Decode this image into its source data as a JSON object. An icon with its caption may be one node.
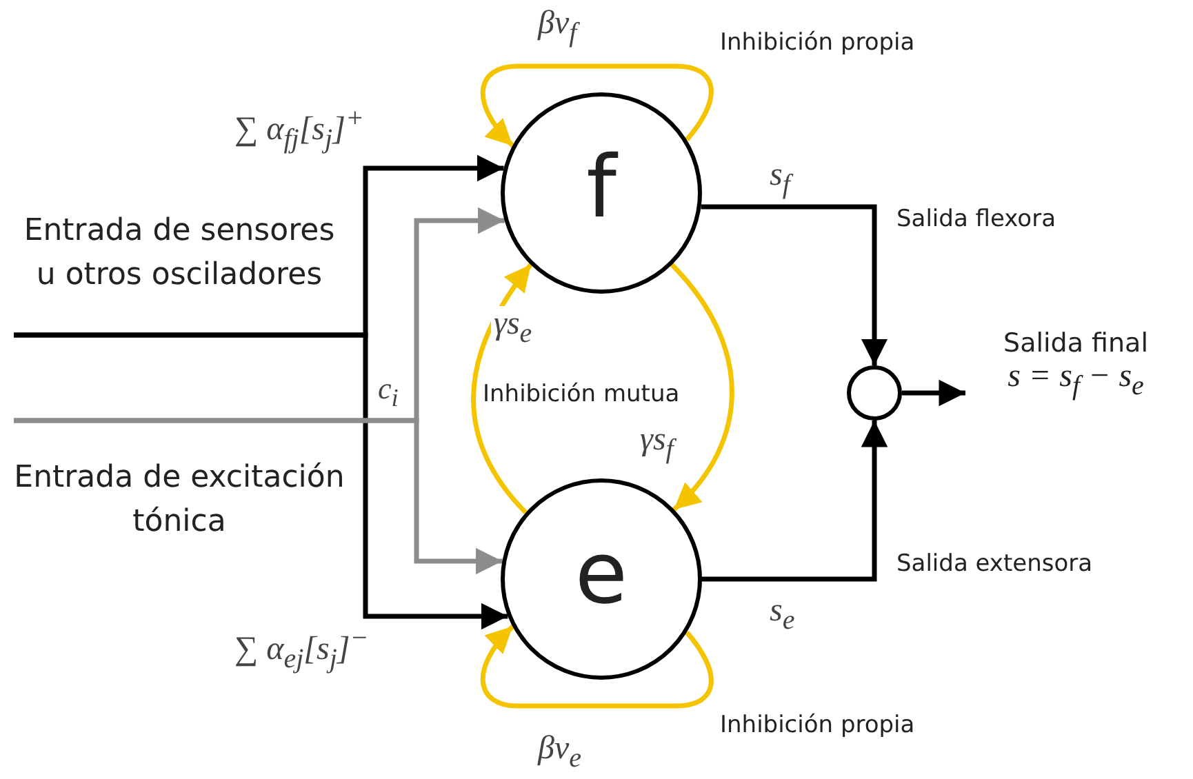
{
  "diagram": {
    "nodes": [
      {
        "text": [
          "f"
        ]
      },
      {
        "text": [
          "e"
        ]
      },
      {
        "text": [],
        "shape": "circle"
      },
      {
        "text": [
          "Salida final",
          "s = s$_{f}$ − s$_{e}$"
        ]
      },
      {
        "text": [
          "Entrada de sensores u otros osciladores"
        ]
      },
      {
        "text": [
          "Entrada de excitación tónica"
        ]
      }
    ],
    "edges": [
      {
        "from": 4,
        "to": 0,
        "arrow": "to",
        "label": "∑ α$_{fj}$[s$_{j}$]$^{+}$"
      },
      {
        "from": 4,
        "to": 1,
        "arrow": "to",
        "label": "∑ α$_{ej}$[s$_{j}$]$^{−}$"
      },
      {
        "from": 5,
        "to": 0,
        "arrow": "to",
        "color": "#8c8c8c"
      },
      {
        "from": 5,
        "to": 1,
        "arrow": "to",
        "color": "#8c8c8c"
      },
      {
        "from": 0,
        "to": 0,
        "arrow": "to",
        "label": "βv$_{f}$",
        "color": "#f5c400"
      },
      {
        "from": 1,
        "to": 1,
        "arrow": "to",
        "label": "βv$_{e}$",
        "color": "#f5c400"
      },
      {
        "from": 1,
        "to": 0,
        "arrow": "to",
        "label": "γs$_{e}$",
        "color": "#f5c400"
      },
      {
        "from": 0,
        "to": 1,
        "arrow": "to",
        "label": "γs$_{f}$",
        "color": "#f5c400"
      },
      {
        "from": 0,
        "to": 2,
        "arrow": "to",
        "label": "s$_{f}$"
      },
      {
        "from": 1,
        "to": 2,
        "arrow": "to",
        "label": "s$_{e}$"
      },
      {
        "from": 2,
        "to": 3,
        "arrow": "to"
      }
    ],
    "labels": [
      "Inhibición propia",
      "Salida flexora",
      "c$_{i}$",
      "Inhibición mutua",
      "Salida extensora",
      "Inhibición propia"
    ]
  }
}
